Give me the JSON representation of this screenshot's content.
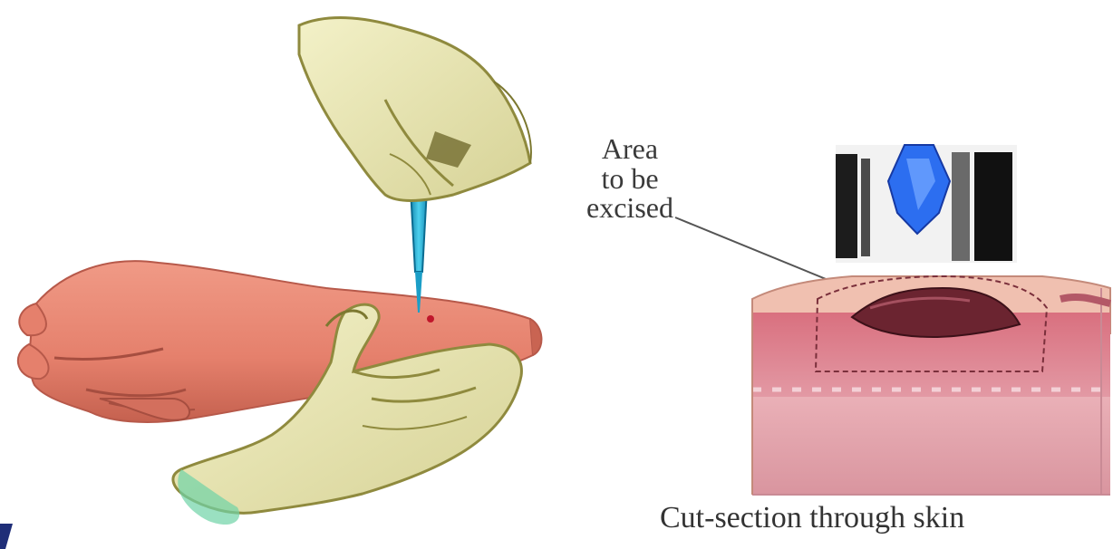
{
  "annotation": {
    "lines": [
      "Area",
      "to be",
      "excised"
    ]
  },
  "caption": "Cut-section through skin",
  "colors": {
    "skin": "#e58a78",
    "skin_shadow": "#b85a4c",
    "glove": "#e8e6b4",
    "glove_shadow": "#8f8a3e",
    "instrument": "#27b5d9",
    "dermis": "#dc7f92",
    "subcutis": "#ebb5bf",
    "lesion": "#6b2430",
    "dark_blue": "#1f2e78"
  }
}
